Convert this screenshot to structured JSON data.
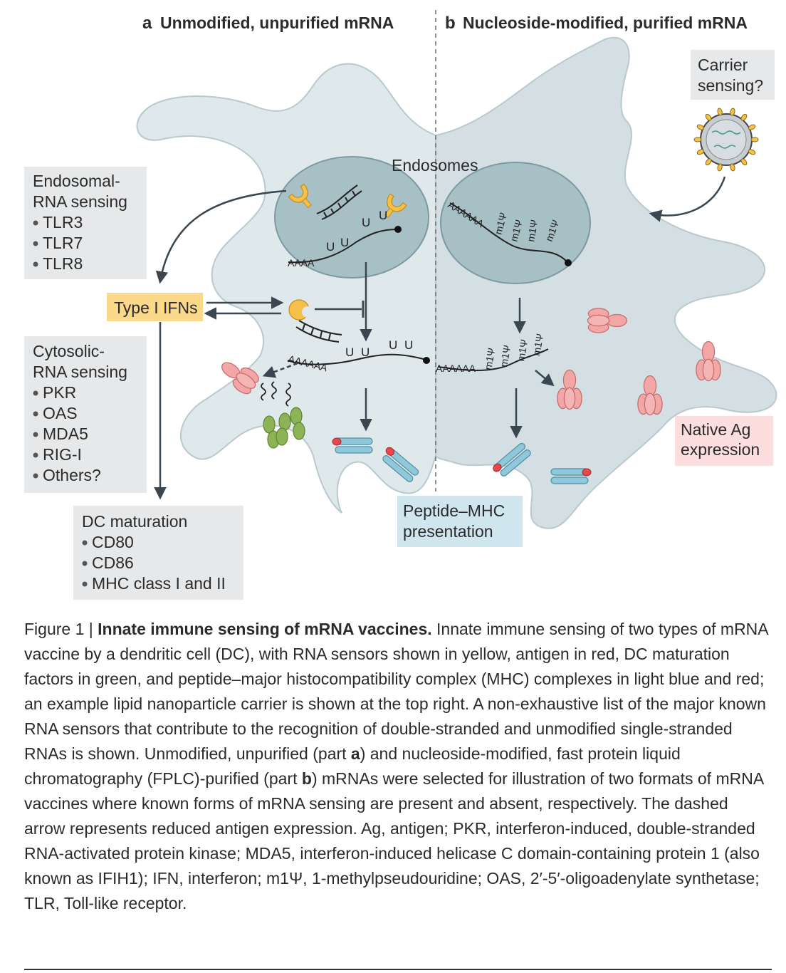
{
  "panels": {
    "a": {
      "letter": "a",
      "title": "Unmodified, unpurified mRNA"
    },
    "b": {
      "letter": "b",
      "title": "Nucleoside-modified, purified mRNA"
    }
  },
  "labels": {
    "endosomes": "Endosomes",
    "type1_ifns": "Type I IFNs",
    "carrier_1": "Carrier",
    "carrier_2": "sensing?",
    "native_1": "Native Ag",
    "native_2": "expression",
    "peptide_1": "Peptide–MHC",
    "peptide_2": "presentation",
    "polyA_short": "AAAA",
    "polyA_long": "AAAAAA",
    "uridine": "U",
    "m1psi": "m1Ψ"
  },
  "boxes": {
    "endosomal": {
      "title_1": "Endosomal-",
      "title_2": "RNA sensing",
      "items": [
        "TLR3",
        "TLR7",
        "TLR8"
      ]
    },
    "cytosolic": {
      "title_1": "Cytosolic-",
      "title_2": "RNA sensing",
      "items": [
        "PKR",
        "OAS",
        "MDA5",
        "RIG-I",
        "Others?"
      ]
    },
    "dc": {
      "title": "DC maturation",
      "items": [
        "CD80",
        "CD86",
        "MHC class I and II"
      ]
    }
  },
  "caption": {
    "prefix": "Figure 1 | ",
    "title": "Innate immune sensing of mRNA vaccines.",
    "text_1": " Innate immune sensing of two types of mRNA vaccine by a dendritic cell (DC), with RNA sensors shown in yellow, antigen in red, DC maturation factors in green, and peptide–major histocompatibility complex (MHC) complexes in light blue and red; an example lipid nanoparticle carrier is shown at the top right. A non-exhaustive list of the major known RNA sensors that contribute to the recognition of double-stranded and unmodified single-stranded RNAs is shown. Unmodified, unpurified (part ",
    "part_a": "a",
    "text_2": ") and nucleoside-modified, fast protein liquid chromatography (FPLC)-purified (part ",
    "part_b": "b",
    "text_3": ") mRNAs were selected for illustration of two formats of mRNA vaccines where known forms of mRNA sensing are present and absent, respectively. The dashed arrow represents reduced antigen expression. Ag, antigen; PKR, interferon-induced, double-stranded RNA-activated protein kinase; MDA5, interferon-induced helicase C domain-containing protein 1 (also known as IFIH1); IFN, interferon; m1Ψ, 1-methylpseudouridine; OAS, 2′-5′-oligoadenylate synthetase; TLR, Toll-like receptor."
  },
  "colors": {
    "cell": "#dfe8ea",
    "cell_b": "#d3dfe2",
    "cell_edge": "#b9c9cd",
    "endosome": "#a7c0c5",
    "sensor": "#f4c04a",
    "antigen": "#f2a6a6",
    "maturation": "#8cb457",
    "mhc": "#8fc8da",
    "peptide": "#e5484d",
    "box_grey": "#e6e8ea",
    "box_yellow": "#fbd98a",
    "box_red": "#fbdedd",
    "box_blue": "#cfe6ee",
    "arrow": "#3a4650"
  }
}
